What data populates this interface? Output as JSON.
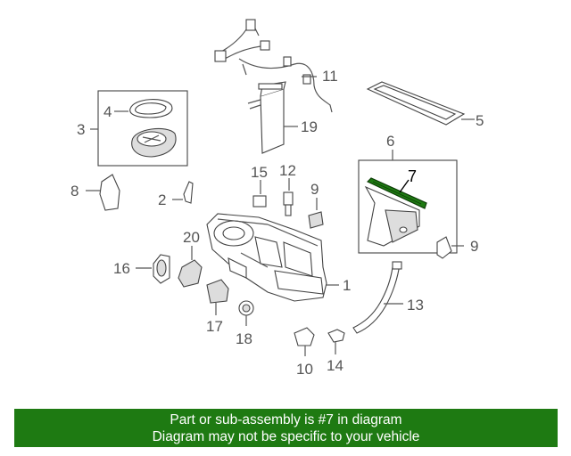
{
  "callouts": {
    "n1": "1",
    "n2": "2",
    "n3": "3",
    "n4": "4",
    "n5": "5",
    "n6": "6",
    "n7": "7",
    "n8": "8",
    "n9a": "9",
    "n9b": "9",
    "n10": "10",
    "n11": "11",
    "n12": "12",
    "n13": "13",
    "n14": "14",
    "n15": "15",
    "n16": "16",
    "n17": "17",
    "n18": "18",
    "n19": "19",
    "n20": "20"
  },
  "highlight_part": "7",
  "colors": {
    "banner_bg": "#1e7a12",
    "banner_text": "#ffffff",
    "highlight_part": "#1e7a12"
  },
  "banner": {
    "line1": "Part or sub-assembly is #7 in diagram",
    "line2": "Diagram may not be specific to your vehicle"
  }
}
